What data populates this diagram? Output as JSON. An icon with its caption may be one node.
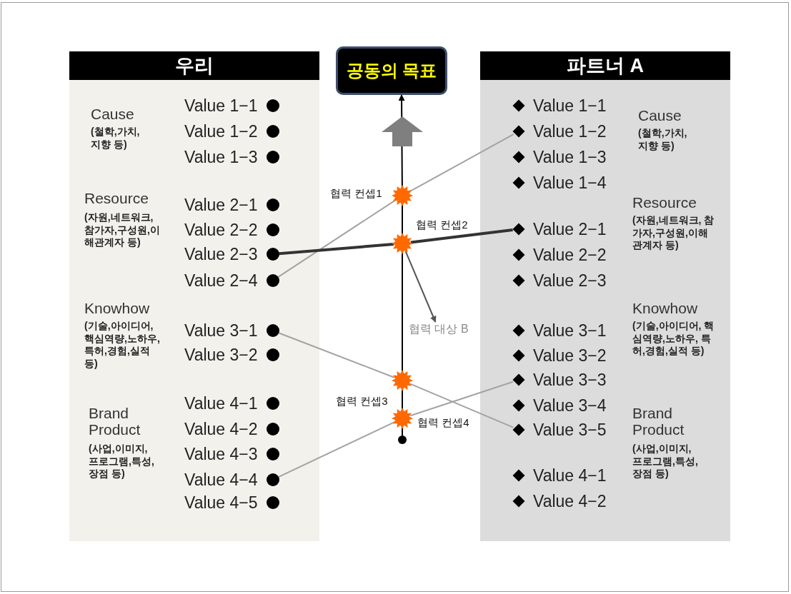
{
  "diagram": {
    "nodes": [
      {
        "text": [
          "우리"
        ]
      },
      {
        "text": [
          "공동의 목표"
        ]
      },
      {
        "text": [
          "파트너 A"
        ]
      },
      {
        "text": [
          "Value 1−1"
        ],
        "in": 0
      },
      {
        "text": [
          "Value 1−2"
        ],
        "in": 0
      },
      {
        "text": [
          "Value 1−3"
        ],
        "in": 0
      },
      {
        "text": [
          "Value 2−1"
        ],
        "in": 0
      },
      {
        "text": [
          "Value 2−2"
        ],
        "in": 0
      },
      {
        "text": [
          "Value 2−3"
        ],
        "in": 0
      },
      {
        "text": [
          "Value 2−4"
        ],
        "in": 0
      },
      {
        "text": [
          "Value 3−1"
        ],
        "in": 0
      },
      {
        "text": [
          "Value 3−2"
        ],
        "in": 0
      },
      {
        "text": [
          "Value 4−1"
        ],
        "in": 0
      },
      {
        "text": [
          "Value 4−2"
        ],
        "in": 0
      },
      {
        "text": [
          "Value 4−3"
        ],
        "in": 0
      },
      {
        "text": [
          "Value 4−4"
        ],
        "in": 0
      },
      {
        "text": [
          "Value 4−5"
        ],
        "in": 0
      },
      {
        "text": [
          "Value 1−1"
        ],
        "in": 2
      },
      {
        "text": [
          "Value 1−2"
        ],
        "in": 2
      },
      {
        "text": [
          "Value 1−3"
        ],
        "in": 2
      },
      {
        "text": [
          "Value 1−4"
        ],
        "in": 2
      },
      {
        "text": [
          "Value 2−1"
        ],
        "in": 2
      },
      {
        "text": [
          "Value 2−2"
        ],
        "in": 2
      },
      {
        "text": [
          "Value 2−3"
        ],
        "in": 2
      },
      {
        "text": [
          "Value 3−1"
        ],
        "in": 2
      },
      {
        "text": [
          "Value 3−2"
        ],
        "in": 2
      },
      {
        "text": [
          "Value 3−3"
        ],
        "in": 2
      },
      {
        "text": [
          "Value 3−4"
        ],
        "in": 2
      },
      {
        "text": [
          "Value 3−5"
        ],
        "in": 2
      },
      {
        "text": [
          "Value 4−1"
        ],
        "in": 2
      },
      {
        "text": [
          "Value 4−2"
        ],
        "in": 2
      },
      {
        "text": [],
        "shape": "star",
        "beside": [
          "협력 컨셉1"
        ]
      },
      {
        "text": [],
        "shape": "star",
        "beside": [
          "협력 컨셉2"
        ]
      },
      {
        "text": [],
        "shape": "star",
        "beside": [
          "협력 컨셉3"
        ]
      },
      {
        "text": [],
        "shape": "star",
        "beside": [
          "협력 컨셉4"
        ]
      },
      {
        "text": [
          "협력 대상 B"
        ]
      },
      {
        "text": [],
        "shape": "circle"
      }
    ],
    "edges": [
      {
        "from": 36,
        "to": 34,
        "arrow": "none",
        "color": "#000000"
      },
      {
        "from": 34,
        "to": 33,
        "arrow": "none",
        "color": "#000000"
      },
      {
        "from": 33,
        "to": 32,
        "arrow": "none",
        "color": "#000000"
      },
      {
        "from": 32,
        "to": 31,
        "arrow": "none",
        "color": "#000000"
      },
      {
        "from": 31,
        "to": 1,
        "arrow": "to",
        "color": "#000000"
      },
      {
        "from": 9,
        "to": 31,
        "arrow": "none"
      },
      {
        "from": 31,
        "to": 18,
        "arrow": "none"
      },
      {
        "from": 8,
        "to": 32,
        "arrow": "none",
        "style": "thick",
        "color": "#333333"
      },
      {
        "from": 32,
        "to": 21,
        "arrow": "none",
        "style": "thick",
        "color": "#333333"
      },
      {
        "from": 10,
        "to": 33,
        "arrow": "none"
      },
      {
        "from": 33,
        "to": 28,
        "arrow": "none"
      },
      {
        "from": 15,
        "to": 34,
        "arrow": "none"
      },
      {
        "from": 34,
        "to": 26,
        "arrow": "none"
      },
      {
        "from": 32,
        "to": 35,
        "arrow": "to",
        "color": "#555555"
      }
    ],
    "labels": [
      "Cause",
      "(철학,가치, 지향 등)",
      "Resource",
      "(자원,네트워크, 참가자,구성원,이해관계자 등)",
      "Knowhow",
      "(기술,아이디어, 핵심역량,노하우, 특허,경험,실적 등)",
      "Brand Product",
      "(사업,이미지, 프로그램,특성, 장점 등)",
      "Cause",
      "(철학,가치, 지향 등)",
      "Resource",
      "(자원,네트워크, 참가자,구성원,이해관계자 등)",
      "Knowhow",
      "(기술,아이디어, 핵심역량,노하우, 특허,경험,실적 등)",
      "Brand Product",
      "(사업,이미지, 프로그램,특성, 장점 등)"
    ]
  }
}
